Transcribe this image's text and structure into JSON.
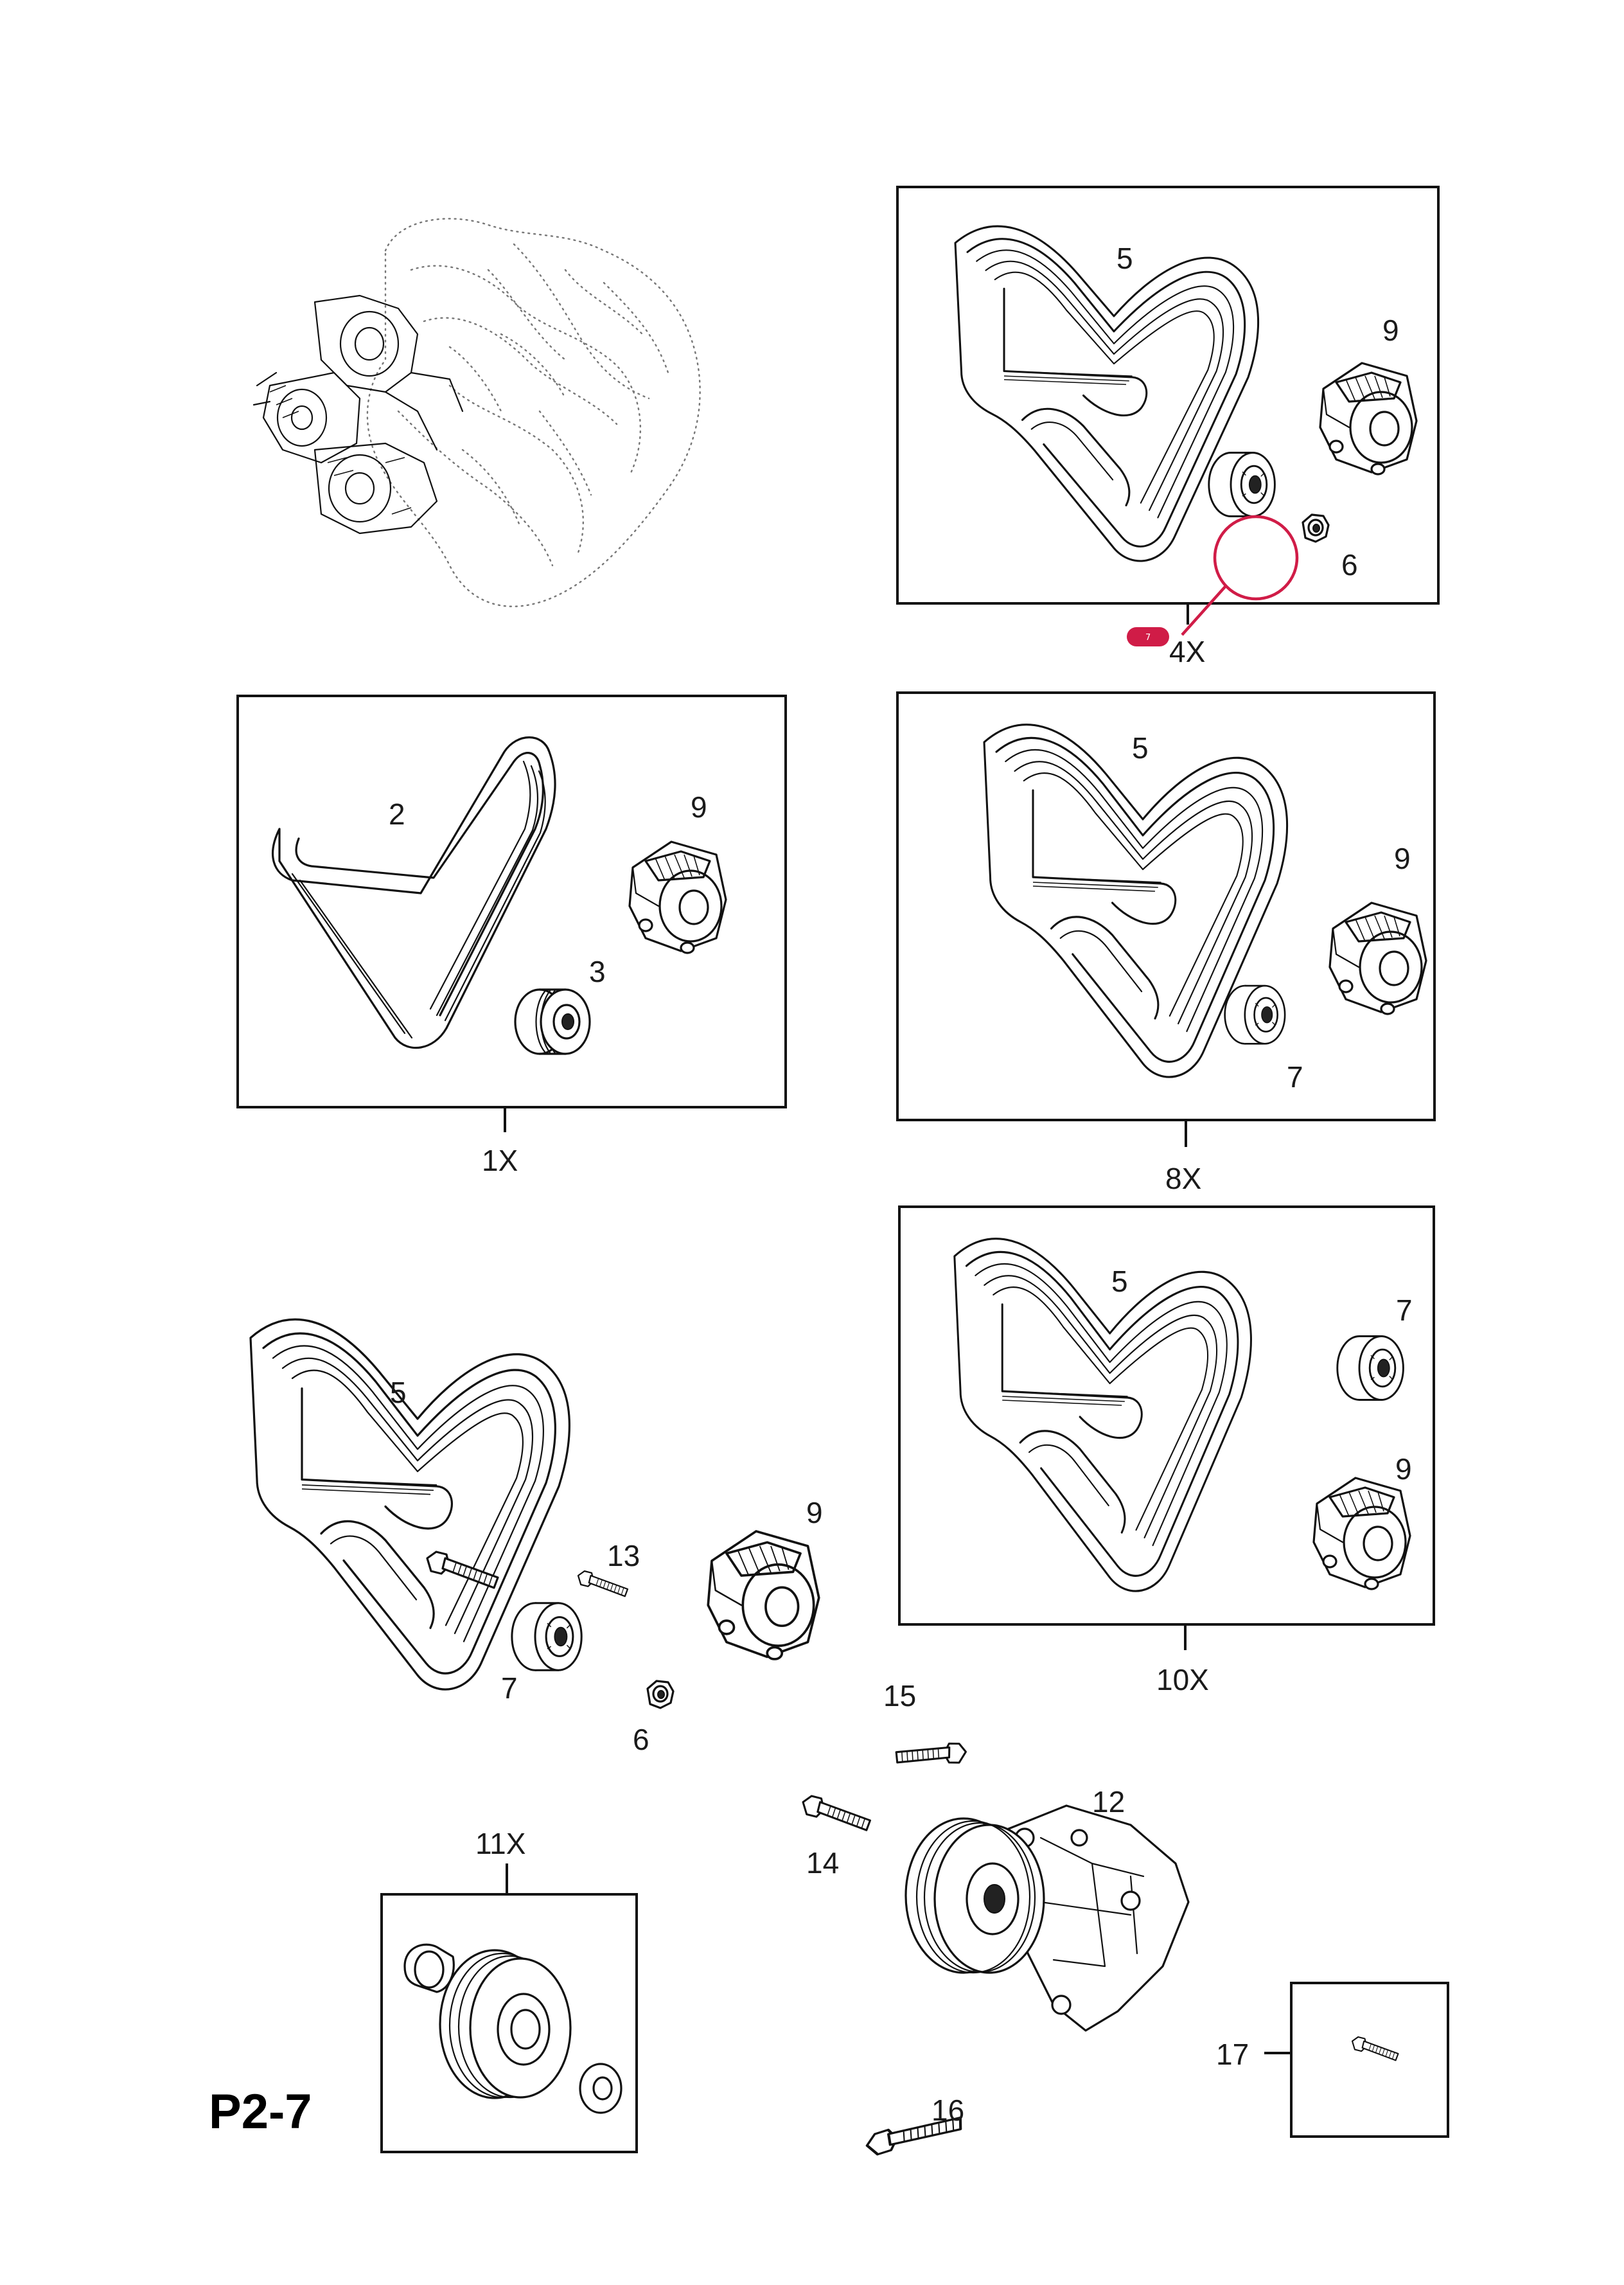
{
  "page_code": "P2-7",
  "hotspot": {
    "label": "7",
    "color": "#d01c47"
  },
  "groups": [
    {
      "id": "4X",
      "label": "4X",
      "parts": [
        "5",
        "9",
        "6"
      ]
    },
    {
      "id": "1X",
      "label": "1X",
      "parts": [
        "2",
        "9",
        "3"
      ]
    },
    {
      "id": "8X",
      "label": "8X",
      "parts": [
        "5",
        "9",
        "7"
      ]
    },
    {
      "id": "10X",
      "label": "10X",
      "parts": [
        "5",
        "7",
        "9"
      ]
    },
    {
      "id": "11X",
      "label": "11X",
      "parts": []
    },
    {
      "id": "17",
      "label": "17",
      "parts": []
    }
  ],
  "loose_parts": [
    "5",
    "13",
    "9",
    "7",
    "6",
    "15",
    "14",
    "12",
    "16"
  ],
  "labels": {
    "g4_5": "5",
    "g4_9": "9",
    "g4_6": "6",
    "g1_2": "2",
    "g1_9": "9",
    "g1_3": "3",
    "g8_5": "5",
    "g8_9": "9",
    "g8_7": "7",
    "g10_5": "5",
    "g10_7": "7",
    "g10_9": "9",
    "l_5": "5",
    "l_13": "13",
    "l_9": "9",
    "l_7": "7",
    "l_6": "6",
    "l_15": "15",
    "l_14": "14",
    "l_12": "12",
    "l_16": "16"
  }
}
